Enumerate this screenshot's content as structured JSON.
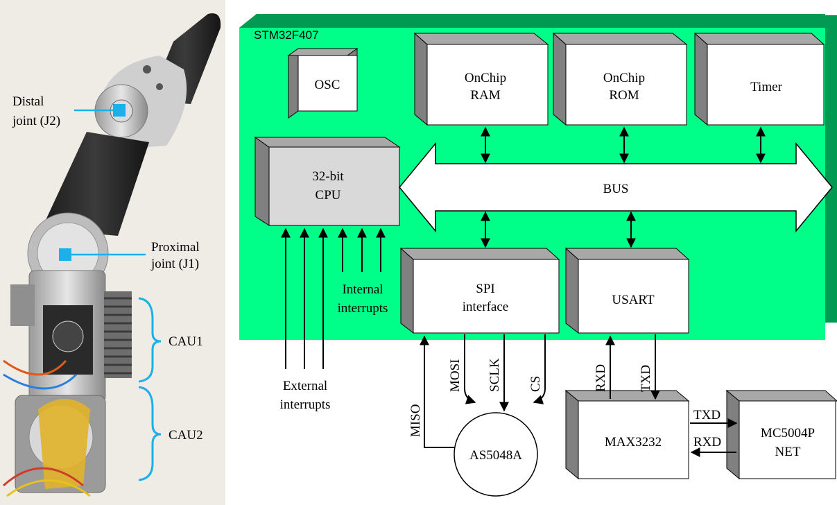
{
  "photo": {
    "labels": {
      "distal_line1": "Distal",
      "distal_line2": "joint (J2)",
      "proximal_line1": "Proximal",
      "proximal_line2": "joint (J1)",
      "cau1": "CAU1",
      "cau2": "CAU2"
    },
    "marker_color": "#1ab0ea"
  },
  "diagram": {
    "mcu_name": "STM32F407",
    "board_color": "#00ff88",
    "board_edge_color": "#009a52",
    "blocks": {
      "osc": "OSC",
      "ram_line1": "OnChip",
      "ram_line2": "RAM",
      "rom_line1": "OnChip",
      "rom_line2": "ROM",
      "timer": "Timer",
      "cpu_line1": "32-bit",
      "cpu_line2": "CPU",
      "bus": "BUS",
      "spi_line1": "SPI",
      "spi_line2": "interface",
      "usart": "USART",
      "as5048a": "AS5048A",
      "max3232": "MAX3232",
      "mc_line1": "MC5004P",
      "mc_line2": "NET"
    },
    "signals": {
      "mosi": "MOSI",
      "sclk": "SCLK",
      "cs": "CS",
      "miso": "MISO",
      "rxd": "RXD",
      "txd": "TXD",
      "txd2": "TXD",
      "rxd2": "RXD"
    },
    "interrupts": {
      "internal_line1": "Internal",
      "internal_line2": "interrupts",
      "external_line1": "External",
      "external_line2": "interrupts"
    }
  }
}
